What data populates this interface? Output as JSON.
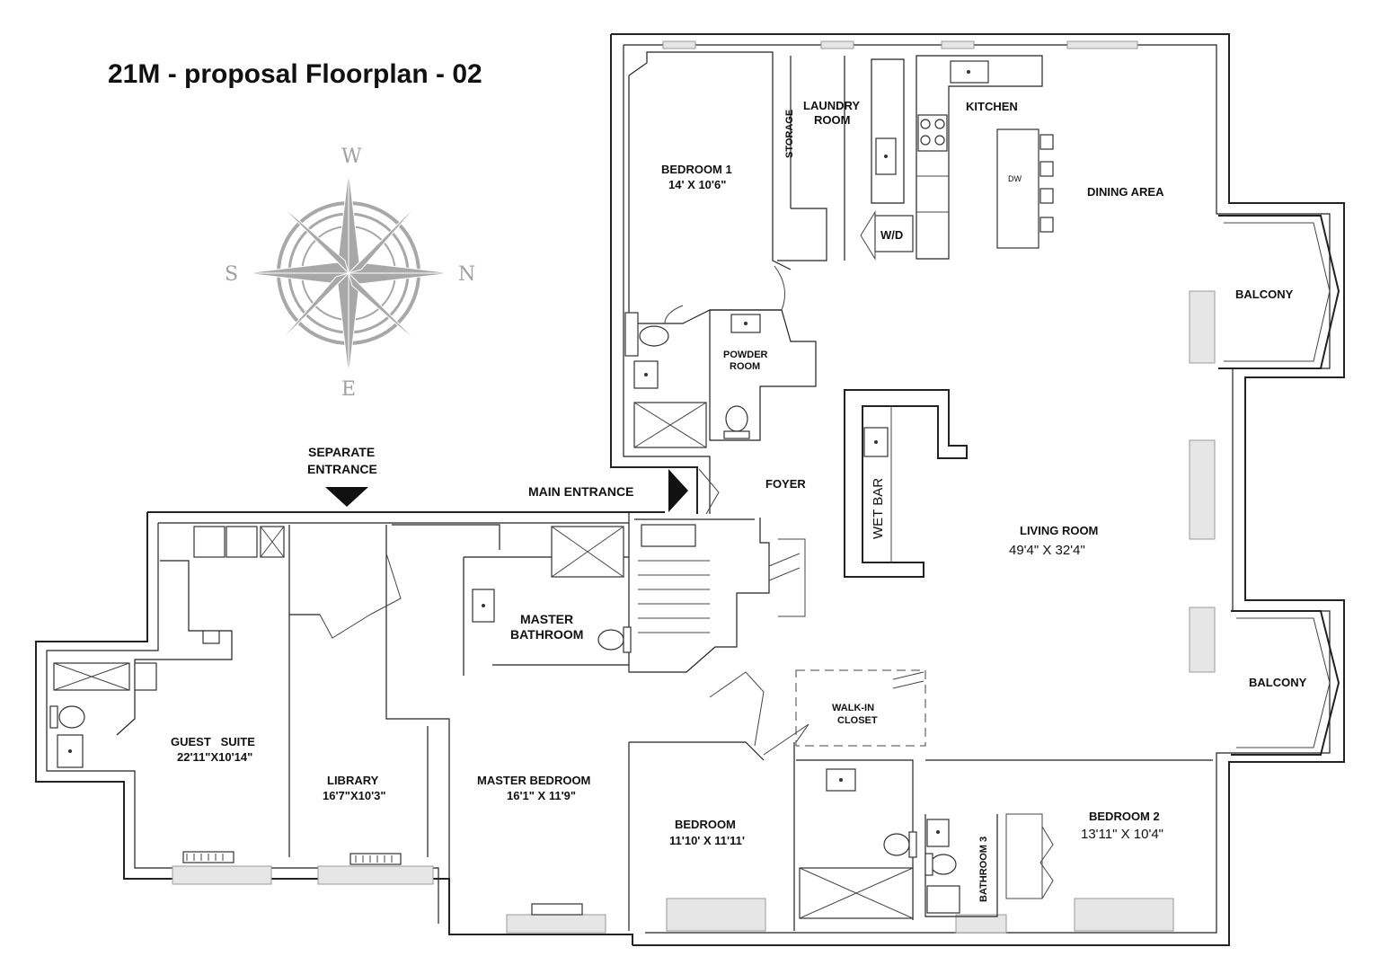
{
  "title": "21M - proposal Floorplan - 02",
  "compass": {
    "top": "W",
    "left": "S",
    "right": "N",
    "bottom": "E"
  },
  "entrances": {
    "separate_line1": "SEPARATE",
    "separate_line2": "ENTRANCE",
    "main": "MAIN ENTRANCE"
  },
  "rooms": {
    "bedroom1": {
      "name": "BEDROOM 1",
      "dim": "14' X 10'6\""
    },
    "storage": "STORAGE",
    "laundry_line1": "LAUNDRY",
    "laundry_line2": "ROOM",
    "kitchen": "KITCHEN",
    "dw": "DW",
    "wd": "W/D",
    "dining": "DINING AREA",
    "balcony1": "BALCONY",
    "powder_line1": "POWDER",
    "powder_line2": "ROOM",
    "foyer": "FOYER",
    "wetbar": "WET BAR",
    "living": {
      "name": "LIVING ROOM",
      "dim": "49'4\" X 32'4\""
    },
    "master_bath_line1": "MASTER",
    "master_bath_line2": "BATHROOM",
    "balcony2": "BALCONY",
    "walkin_line1": "WALK-IN",
    "walkin_line2": "CLOSET",
    "guest": {
      "name": "GUEST   SUITE",
      "dim": "22'11\"X10'14\""
    },
    "library": {
      "name": "LIBRARY",
      "dim": "16'7\"X10'3\""
    },
    "master_bed": {
      "name": "MASTER BEDROOM",
      "dim": "16'1\" X 11'9\""
    },
    "bedroom": {
      "name": "BEDROOM",
      "dim": "11'10' X 11'11'"
    },
    "bedroom2": {
      "name": "BEDROOM 2",
      "dim": "13'11\" X 10'4\""
    },
    "bathroom3": "BATHROOM 3"
  },
  "colors": {
    "wall": "#222222",
    "window": "#e6e6e6",
    "compass": "#a8a8a8"
  }
}
